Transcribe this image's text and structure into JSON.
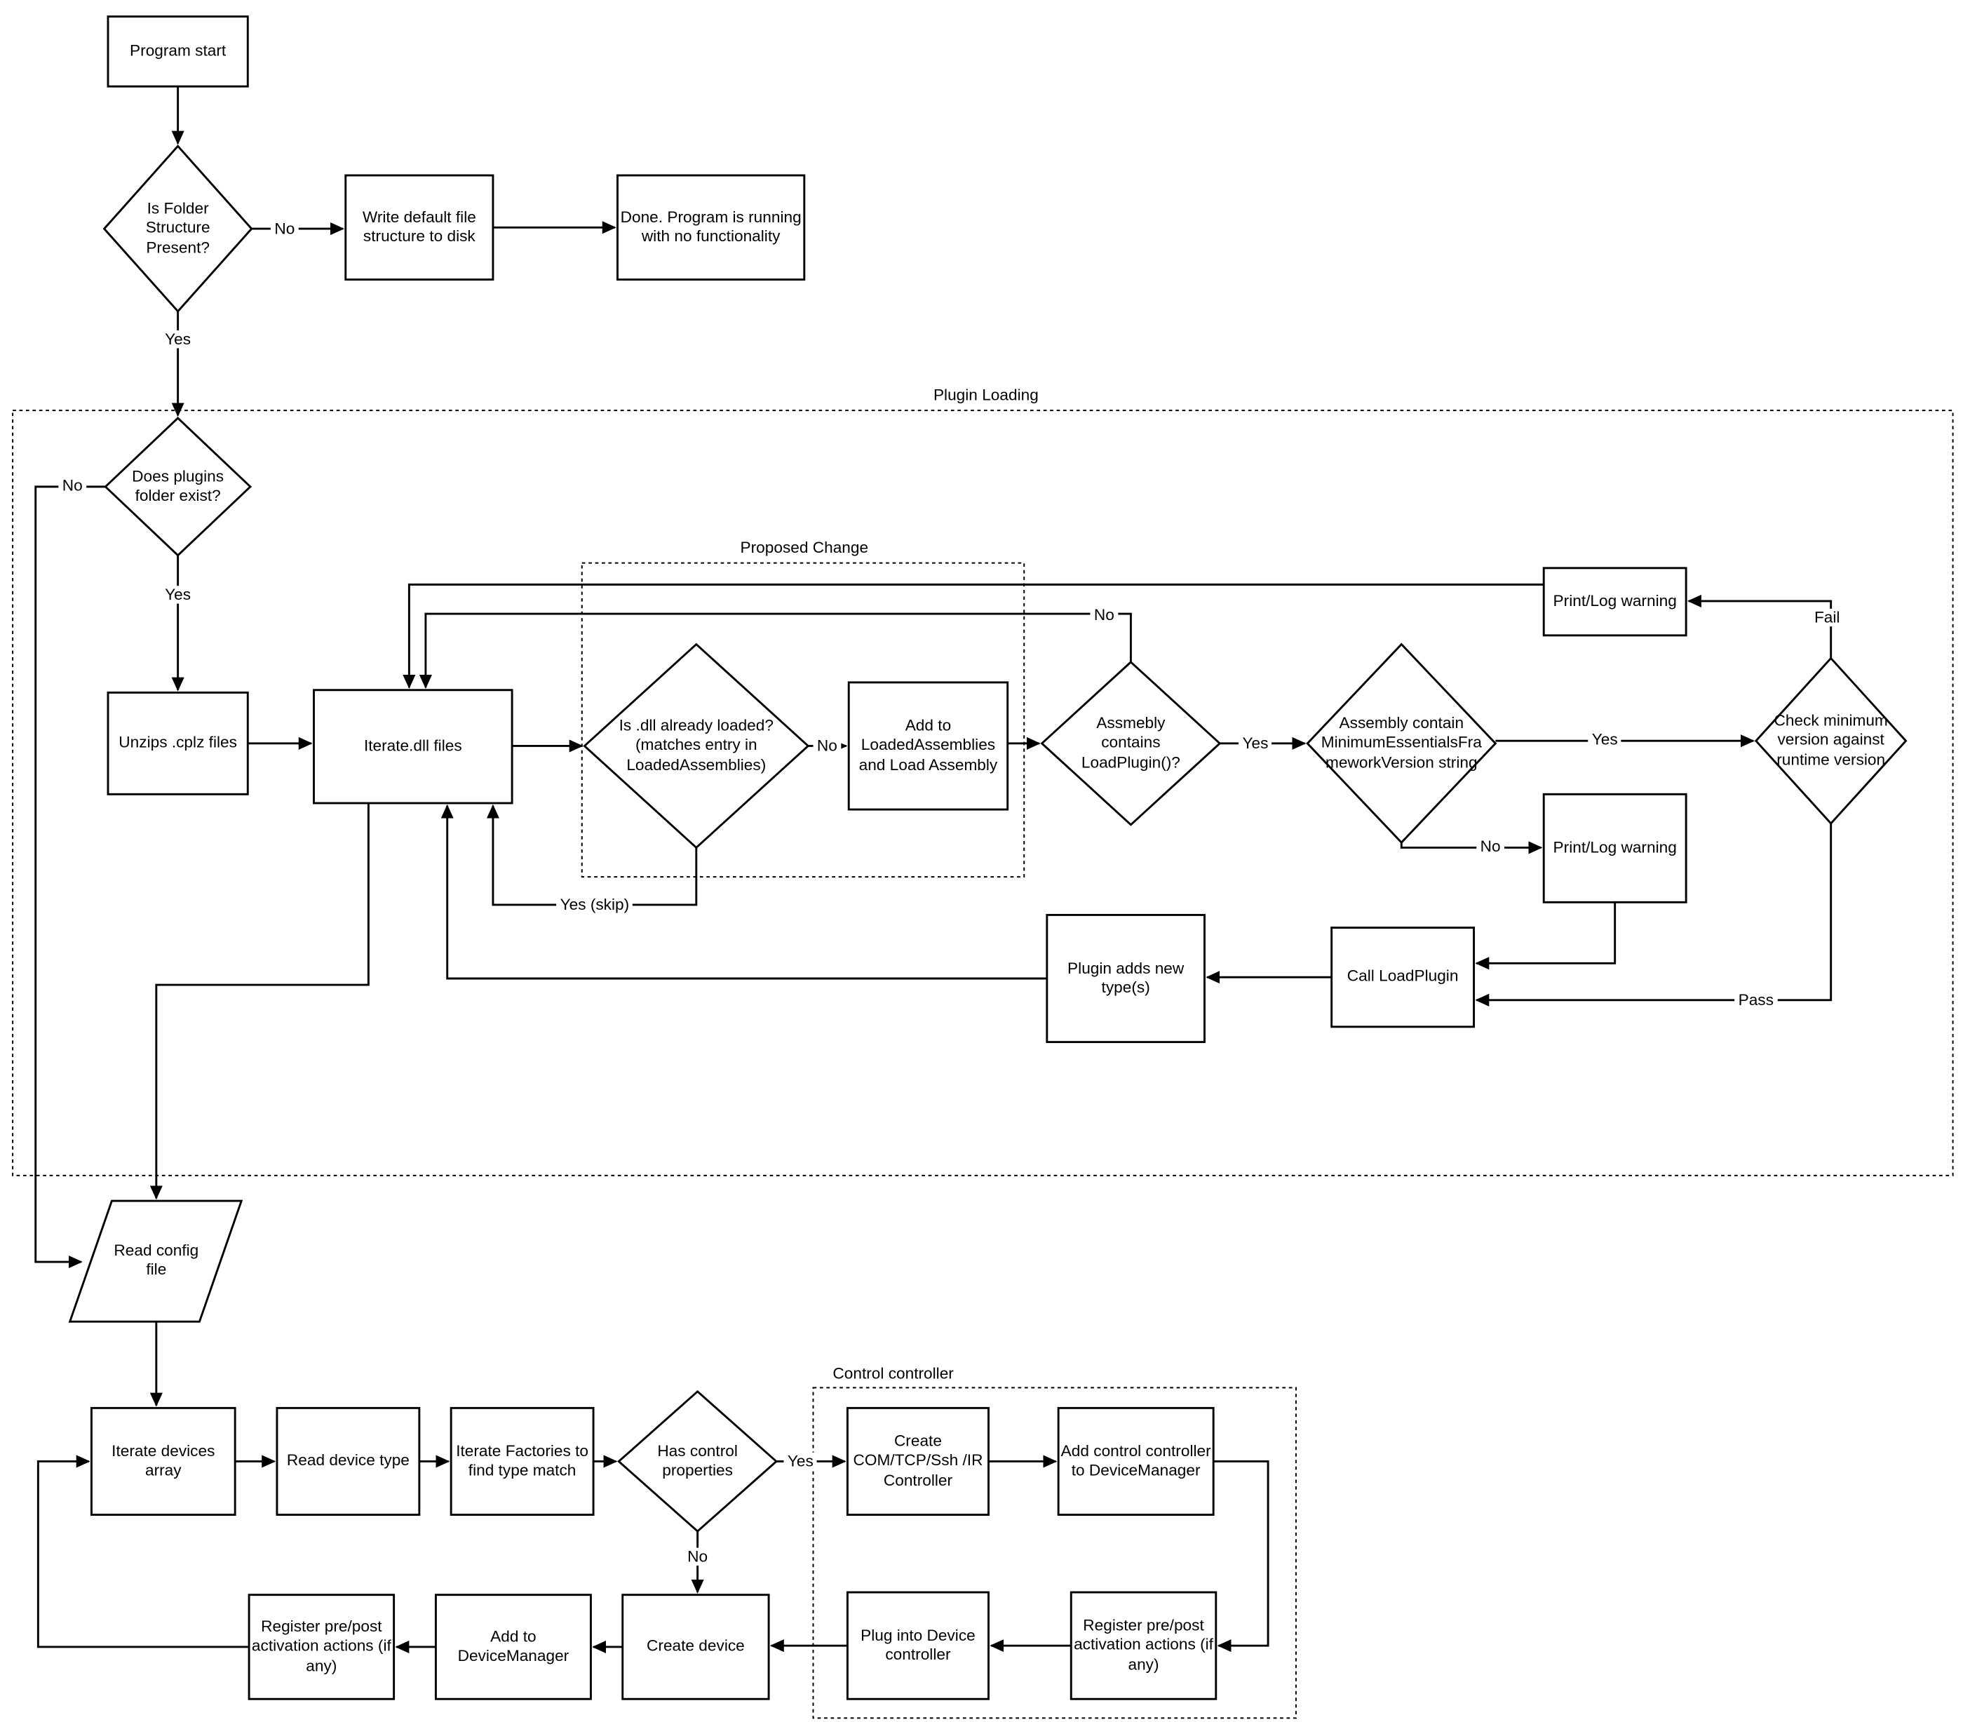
{
  "diagram": {
    "containers": {
      "plugin_loading": {
        "label": "Plugin Loading"
      },
      "proposed_change": {
        "label": "Proposed Change"
      },
      "control_controller": {
        "label": "Control controller"
      }
    },
    "nodes": {
      "program_start": {
        "label": "Program start"
      },
      "is_folder_structure": {
        "label": "Is Folder Structure Present?"
      },
      "write_default": {
        "label": "Write default file structure to disk"
      },
      "done_no_functionality": {
        "label": "Done.  Program is running with no functionality"
      },
      "does_plugins_exist": {
        "label": "Does plugins folder exist?"
      },
      "unzips_cplz": {
        "label": "Unzips .cplz files"
      },
      "iterate_dll": {
        "label": "Iterate.dll files"
      },
      "is_dll_loaded": {
        "label": "Is .dll already loaded? (matches entry in LoadedAssemblies)"
      },
      "add_to_loaded": {
        "label": "Add to LoadedAssemblies and Load Assembly"
      },
      "assembly_contains_loadplugin": {
        "label": "Assmebly contains LoadPlugin()?"
      },
      "assembly_contains_minver": {
        "label": "Assembly contain MinimumEssentialsFrameworkVersion string"
      },
      "check_min_version": {
        "label": "Check minimum version against runtime version"
      },
      "print_log_warning_fail": {
        "label": "Print/Log warning"
      },
      "print_log_warning_nover": {
        "label": "Print/Log warning"
      },
      "call_loadplugin": {
        "label": "Call LoadPlugin"
      },
      "plugin_adds_types": {
        "label": "Plugin adds new type(s)"
      },
      "read_config": {
        "label": "Read config file"
      },
      "iterate_devices": {
        "label": "Iterate devices array"
      },
      "read_device_type": {
        "label": "Read device type"
      },
      "iterate_factories": {
        "label": "Iterate Factories to find type match"
      },
      "has_control_props": {
        "label": "Has control properties"
      },
      "create_com_controller": {
        "label": "Create COM/TCP/Ssh /IR Controller"
      },
      "add_control_to_dm": {
        "label": "Add control controller to DeviceManager"
      },
      "register_prepost_right": {
        "label": "Register pre/post activation actions (if any)"
      },
      "plug_into_device": {
        "label": "Plug into Device controller"
      },
      "create_device": {
        "label": "Create device"
      },
      "add_to_devicemanager": {
        "label": "Add to DeviceManager"
      },
      "register_prepost_left": {
        "label": "Register pre/post activation actions (if any)"
      }
    },
    "edge_labels": {
      "folder_no": "No",
      "folder_yes": "Yes",
      "plugins_no": "No",
      "plugins_yes": "Yes",
      "dll_no": "No",
      "dll_yes_skip": "Yes (skip)",
      "assembly_yes": "Yes",
      "assembly_no": "No",
      "minver_yes": "Yes",
      "minver_no": "No",
      "check_fail": "Fail",
      "check_pass": "Pass",
      "control_yes": "Yes",
      "control_no": "No"
    },
    "colors": {
      "stroke": "#000000",
      "background": "#ffffff"
    }
  }
}
